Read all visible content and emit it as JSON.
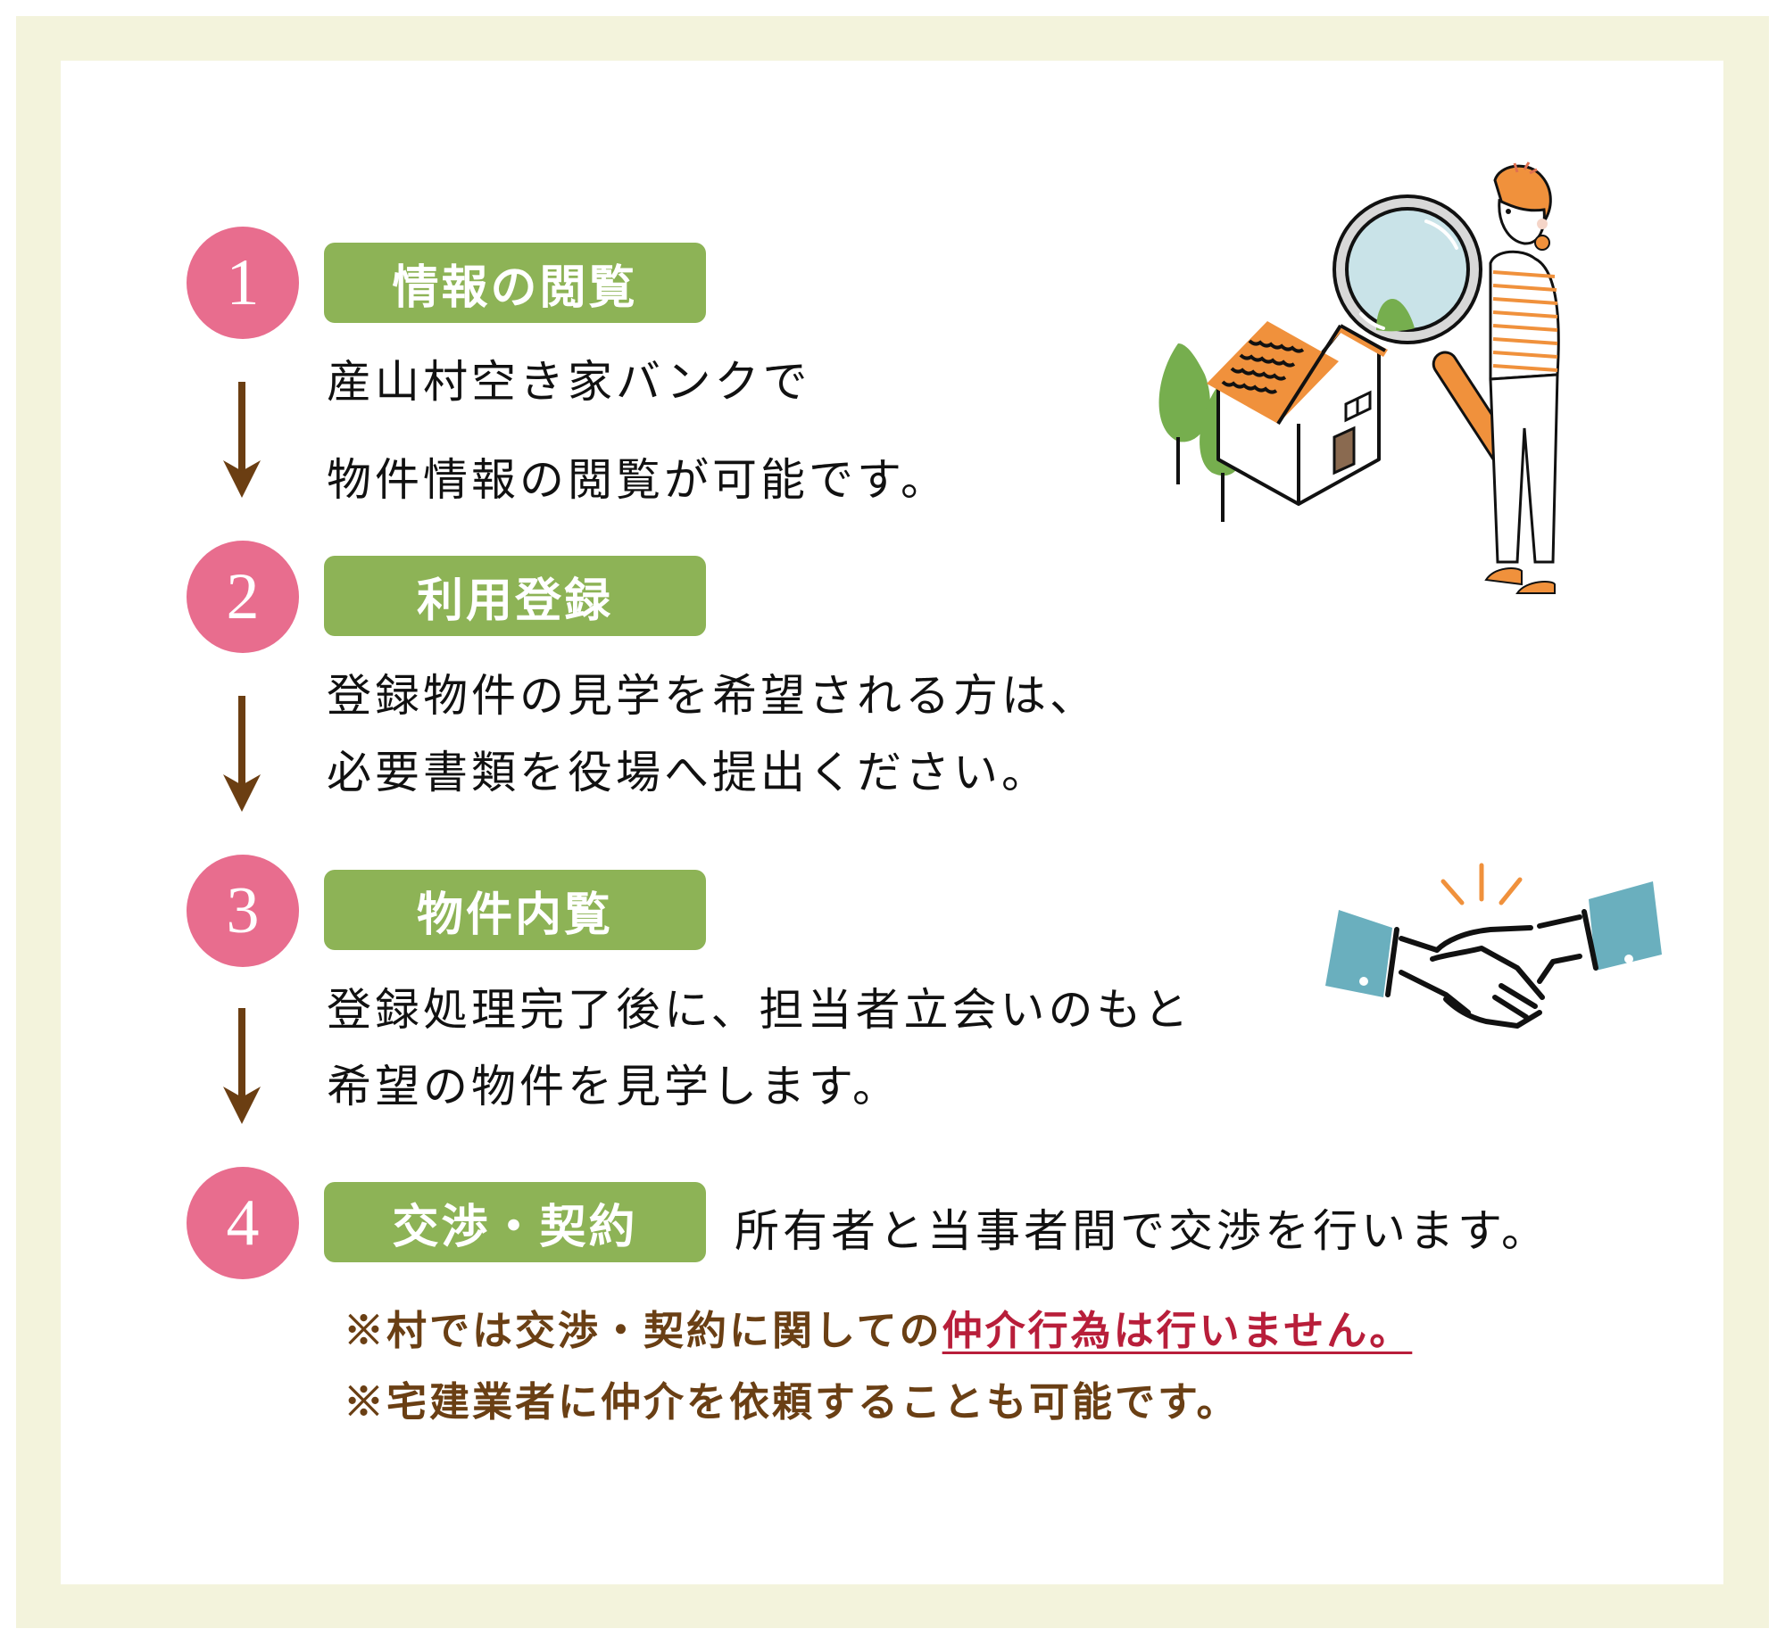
{
  "colors": {
    "frame": "#F3F3DC",
    "step_circle": "#E86D8E",
    "label_bg": "#8DB356",
    "arrow": "#6B3E12",
    "note_text": "#6A3F14",
    "note_emphasis": "#B81E3A"
  },
  "steps": [
    {
      "number": "1",
      "label": "情報の閲覧",
      "lines": [
        "産山村空き家バンクで",
        "物件情報の閲覧が可能です。"
      ]
    },
    {
      "number": "2",
      "label": "利用登録",
      "lines": [
        "登録物件の見学を希望される方は、",
        "必要書類を役場へ提出ください。"
      ]
    },
    {
      "number": "3",
      "label": "物件内覧",
      "lines": [
        "登録処理完了後に、担当者立会いのもと",
        "希望の物件を見学します。"
      ]
    },
    {
      "number": "4",
      "label": "交渉・契約",
      "lines": [
        "所有者と当事者間で交渉を行います。"
      ]
    }
  ],
  "notes": [
    {
      "prefix": "※村では交渉・契約に関しての",
      "emphasis": "仲介行為は行いません。"
    },
    {
      "prefix": "※宅建業者に仲介を依頼することも可能です。",
      "emphasis": ""
    }
  ],
  "illustrations": {
    "top_right": "woman-magnifying-glass-house-icon",
    "middle_right": "handshake-icon"
  }
}
